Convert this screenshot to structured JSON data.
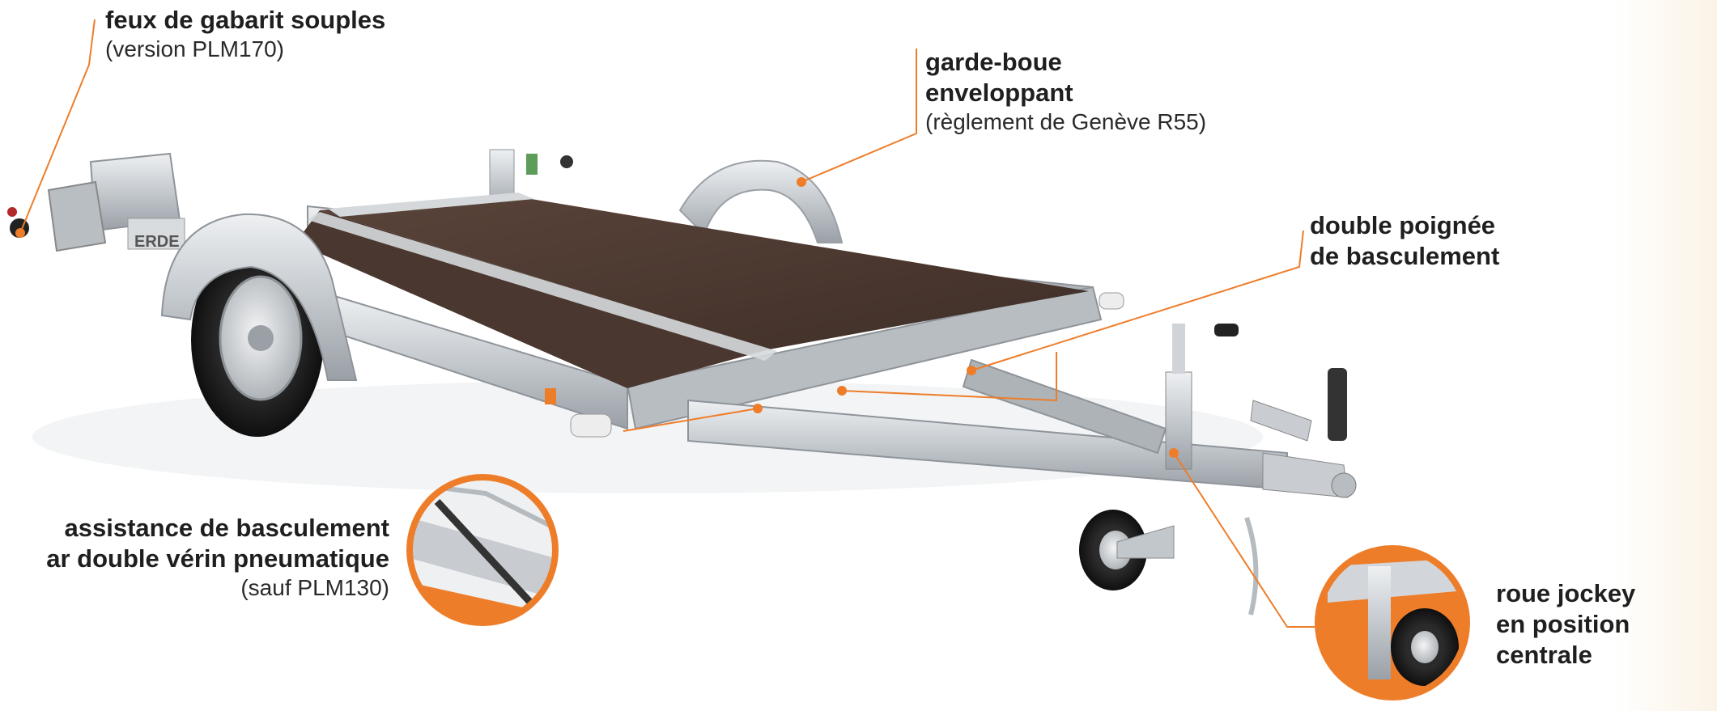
{
  "callouts": {
    "feux": {
      "title": "feux de gabarit souples",
      "note": "(version PLM170)"
    },
    "garde_boue": {
      "title_line1": "garde-boue",
      "title_line2": "enveloppant",
      "note": "(règlement de Genève R55)"
    },
    "poignee": {
      "title_line1": "double poignée",
      "title_line2": "de basculement"
    },
    "assistance": {
      "title_line1": "assistance de basculement",
      "title_line2": "ar double vérin pneumatique",
      "note": "(sauf PLM130)"
    },
    "jockey": {
      "title_line1": "roue jockey",
      "title_line2": "en position",
      "title_line3": "centrale"
    }
  },
  "brand_plate": "ERDE",
  "colors": {
    "accent": "#ee7d2a",
    "deck": "#4e3a31",
    "steel": "#c7ccd1",
    "text": "#1f1f1f"
  }
}
